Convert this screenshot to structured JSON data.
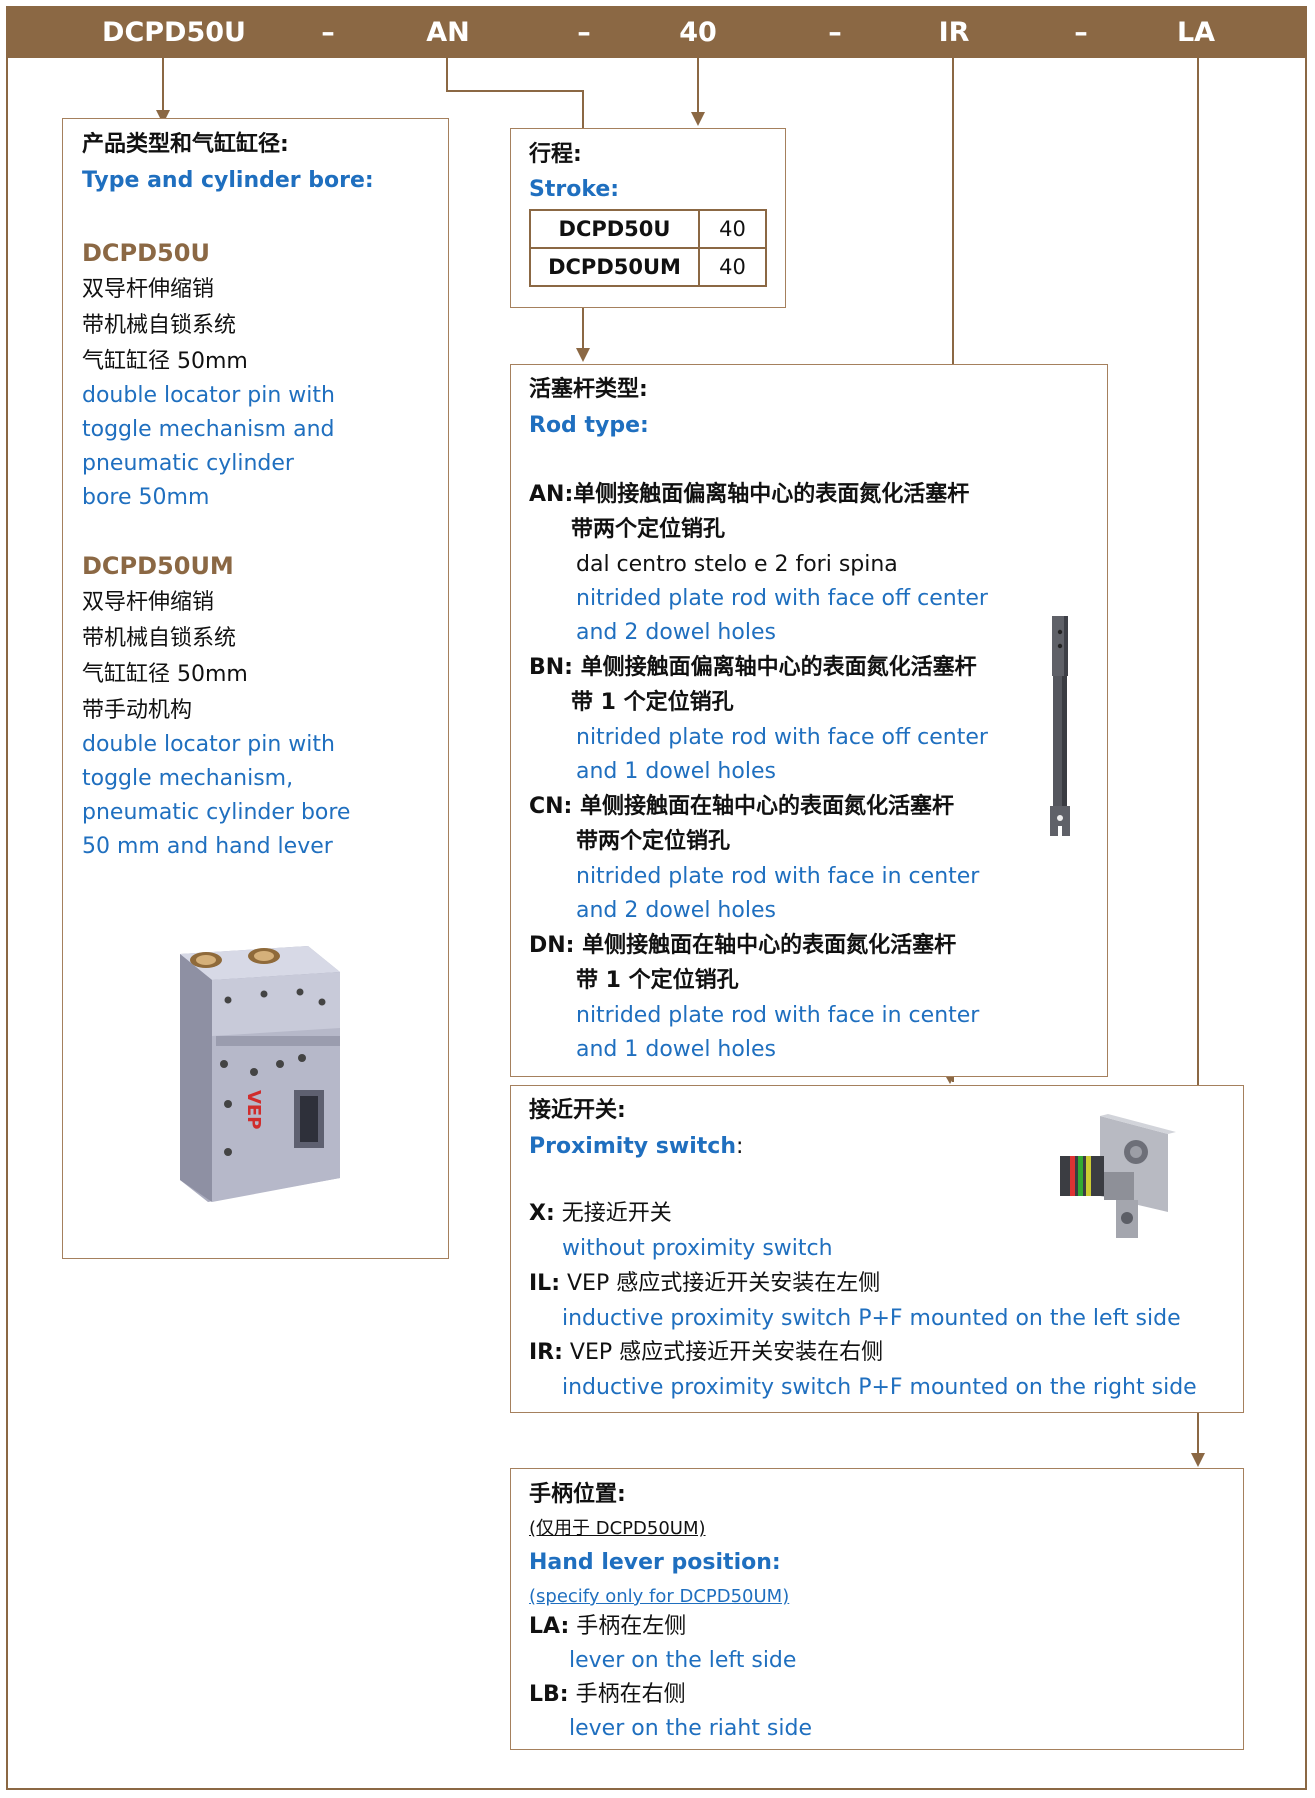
{
  "header": {
    "parts": [
      "DCPD50U",
      "–",
      "AN",
      "–",
      "40",
      "–",
      "IR",
      "–",
      "LA"
    ]
  },
  "type_box": {
    "title_zh": "产品类型和气缸缸径:",
    "title_en": "Type and cylinder bore:",
    "models": [
      {
        "name": "DCPD50U",
        "zh_lines": [
          "双导杆伸缩销",
          "带机械自锁系统",
          "气缸缸径 50mm"
        ],
        "en_lines": [
          "double locator pin with",
          "toggle mechanism and",
          "pneumatic cylinder",
          "bore 50mm"
        ]
      },
      {
        "name": "DCPD50UM",
        "zh_lines": [
          "双导杆伸缩销",
          "带机械自锁系统",
          "气缸缸径 50mm",
          "带手动机构"
        ],
        "en_lines": [
          "double locator pin with",
          "toggle mechanism,",
          "pneumatic cylinder bore",
          "50 mm and hand lever"
        ]
      }
    ],
    "image_label": "VEP"
  },
  "stroke_box": {
    "title_zh": "行程:",
    "title_en": "Stroke:",
    "rows": [
      {
        "model": "DCPD50U",
        "value": "40"
      },
      {
        "model": "DCPD50UM",
        "value": "40"
      }
    ]
  },
  "rod_box": {
    "title_zh": "活塞杆类型:",
    "title_en": "Rod type:",
    "options": [
      {
        "code": "AN:",
        "zh1": "单侧接触面偏离轴中心的表面氮化活塞杆",
        "zh2": "带两个定位销孔",
        "it": "dal centro stelo e 2 fori spina",
        "en1": "nitrided plate rod with face off center",
        "en2": "and 2 dowel holes"
      },
      {
        "code": "BN:",
        "zh1": " 单侧接触面偏离轴中心的表面氮化活塞杆",
        "zh2": "带 1 个定位销孔",
        "en1": "nitrided plate rod with face off center",
        "en2": "and 1 dowel holes"
      },
      {
        "code": "CN:",
        "zh1": " 单侧接触面在轴中心的表面氮化活塞杆",
        "zh2": "带两个定位销孔",
        "en1": "nitrided plate rod with face in center",
        "en2": "and 2 dowel holes"
      },
      {
        "code": "DN:",
        "zh1": " 单侧接触面在轴中心的表面氮化活塞杆",
        "zh2": "带 1 个定位销孔",
        "en1": "nitrided plate rod with face in center",
        "en2": "and 1 dowel holes"
      }
    ]
  },
  "switch_box": {
    "title_zh": "接近开关:",
    "title_en": "Proximity switch",
    "title_colon": ":",
    "options": [
      {
        "code": "X:",
        "zh": " 无接近开关",
        "en": "without proximity switch"
      },
      {
        "code": "IL:",
        "zh": " VEP 感应式接近开关安装在左侧",
        "en": "inductive proximity switch P+F mounted on the left side"
      },
      {
        "code": "IR:",
        "zh": " VEP 感应式接近开关安装在右侧",
        "en": "inductive proximity switch P+F mounted on the right side"
      }
    ]
  },
  "lever_box": {
    "title_zh": "手柄位置:",
    "note_zh": "(仅用于 DCPD50UM)",
    "title_en": "Hand lever position:",
    "note_en": "(specify only for DCPD50UM)",
    "options": [
      {
        "code": "LA:",
        "zh": " 手柄在左侧",
        "en": "lever on the left side"
      },
      {
        "code": "LB:",
        "zh": " 手柄在右侧",
        "en": "lever on the riaht side"
      }
    ]
  },
  "colors": {
    "brown": "#8B6844",
    "blue": "#1f6fbf"
  }
}
